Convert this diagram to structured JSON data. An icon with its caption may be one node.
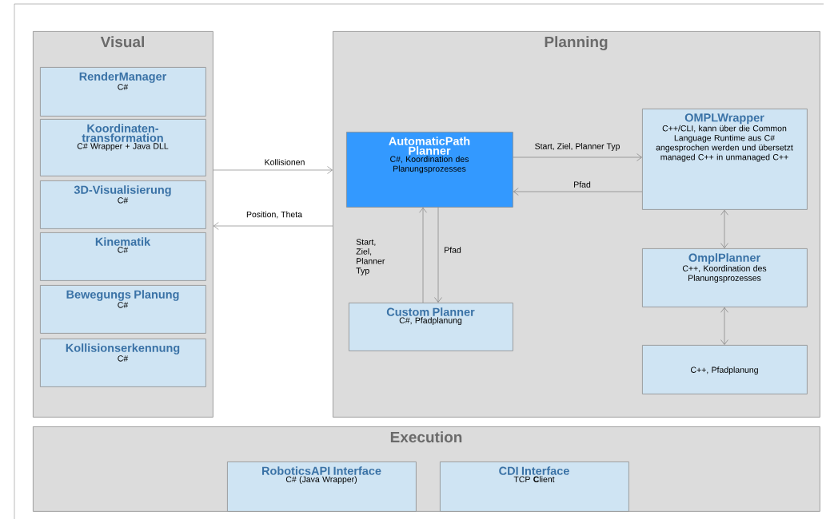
{
  "diagram": {
    "nodes": [
      {
        "text": [
          "Visual"
        ]
      },
      {
        "text": [
          "RenderManager",
          "C#"
        ],
        "in": 0
      },
      {
        "text": [
          "Koordinaten-transformation",
          "C# Wrapper + Java DLL"
        ],
        "in": 0
      },
      {
        "text": [
          "3D-Visualisierung",
          "C#"
        ],
        "in": 0
      },
      {
        "text": [
          "Kinematik",
          "C#"
        ],
        "in": 0
      },
      {
        "text": [
          "Bewegungs Planung",
          "C#"
        ],
        "in": 0
      },
      {
        "text": [
          "Kollisionserkennung",
          "C#"
        ],
        "in": 0
      },
      {
        "text": [
          "Planning"
        ]
      },
      {
        "text": [
          "AutomaticPath Planner",
          "C#, Koordination des Planungsprozesses"
        ],
        "in": 7
      },
      {
        "text": [
          "OMPLWrapper",
          "C++/CLI, kann über die Common Language Runtime aus C# angesprochen werden und übersetzt managed C++ in unmanaged C++"
        ],
        "in": 7
      },
      {
        "text": [
          "OmplPlanner",
          "C++, Koordination des Planungsprozesses"
        ],
        "in": 7
      },
      {
        "text": [
          "Custom Planner",
          "C#, Pfadplanung"
        ],
        "in": 7
      },
      {
        "text": [
          "C++, Pfadplanung"
        ],
        "in": 7
      },
      {
        "text": [
          "Execution"
        ]
      },
      {
        "text": [
          "RoboticsAPI Interface",
          "C# (Java Wrapper)"
        ],
        "in": 13
      },
      {
        "text": [
          "CDI Interface",
          "TCP **C**lient"
        ],
        "in": 13
      }
    ],
    "edges": [
      {
        "from": 0,
        "to": 7,
        "arrow": "to",
        "label": "Kollisionen"
      },
      {
        "from": 7,
        "to": 0,
        "arrow": "to",
        "label": "Position, Theta"
      },
      {
        "from": 8,
        "to": 9,
        "arrow": "to",
        "label": "Start, Ziel, Planner Typ"
      },
      {
        "from": 9,
        "to": 8,
        "arrow": "to",
        "label": "Pfad"
      },
      {
        "from": 11,
        "to": 8,
        "arrow": "to",
        "label": "Start, Ziel, Planner Typ"
      },
      {
        "from": 8,
        "to": 11,
        "arrow": "to",
        "label": "Pfad"
      },
      {
        "from": 9,
        "to": 10,
        "arrow": "both"
      },
      {
        "from": 10,
        "to": 12,
        "arrow": "both"
      }
    ]
  }
}
